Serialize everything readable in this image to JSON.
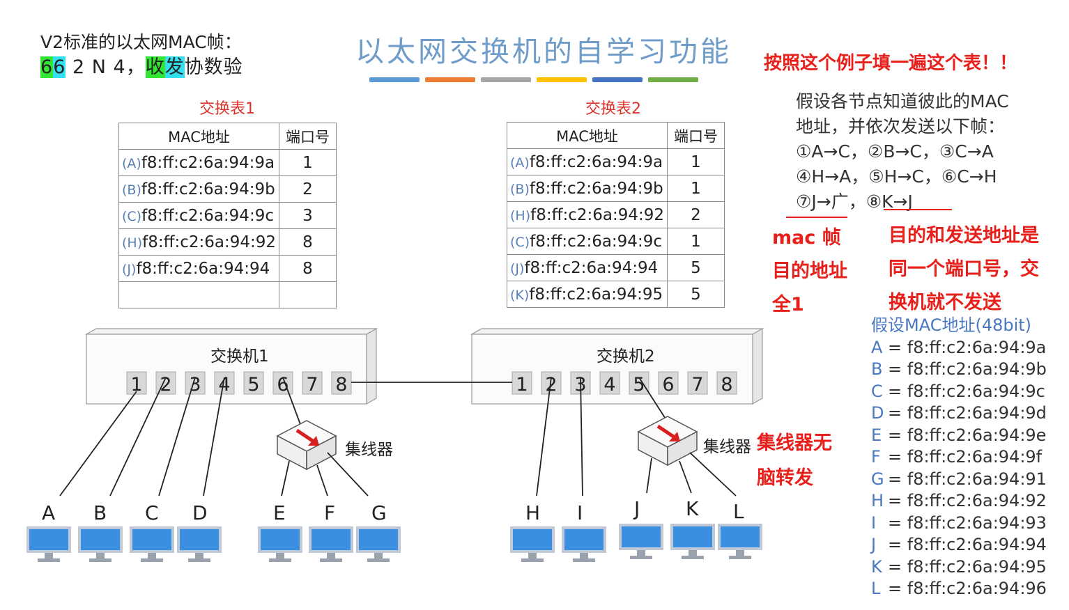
{
  "header": {
    "line1": "V2标准的以太网MAC帧：",
    "line2_parts": [
      "6",
      "6",
      "2 N 4，",
      "收",
      "发",
      "协数验"
    ]
  },
  "title": "以太网交换机的自学习功能",
  "color_bars": [
    "#5b9bd5",
    "#ed7d31",
    "#a5a5a5",
    "#ffc000",
    "#4472c4",
    "#70ad47"
  ],
  "note_top": "按照这个例子填一遍这个表！！",
  "description": {
    "lines": [
      "假设各节点知道彼此的MAC",
      "地址，并依次发送以下帧：",
      "①A→C，②B→C，③C→A",
      "④H→A，⑤H→C，⑥C→H"
    ],
    "last_a": "⑦J→广，",
    "last_b": "⑧K→J"
  },
  "note_mac": [
    "mac 帧",
    "目的地址",
    "全1"
  ],
  "note_same_port": [
    "目的和发送地址是",
    "同一个端口号，交",
    "换机就不发送"
  ],
  "note_hub": [
    "集线器无",
    "脑转发"
  ],
  "table1": {
    "title": "交换表1",
    "headers": [
      "MAC地址",
      "端口号"
    ],
    "rows": [
      {
        "tag": "(A)",
        "mac": "f8:ff:c2:6a:94:9a",
        "port": "1"
      },
      {
        "tag": "(B)",
        "mac": "f8:ff:c2:6a:94:9b",
        "port": "2"
      },
      {
        "tag": "(C)",
        "mac": "f8:ff:c2:6a:94:9c",
        "port": "3"
      },
      {
        "tag": "(H)",
        "mac": "f8:ff:c2:6a:94:92",
        "port": "8"
      },
      {
        "tag": "(J)",
        "mac": "f8:ff:c2:6a:94:94",
        "port": "8"
      },
      {
        "tag": "",
        "mac": "",
        "port": ""
      }
    ]
  },
  "table2": {
    "title": "交换表2",
    "headers": [
      "MAC地址",
      "端口号"
    ],
    "rows": [
      {
        "tag": "(A)",
        "mac": "f8:ff:c2:6a:94:9a",
        "port": "1"
      },
      {
        "tag": "(B)",
        "mac": "f8:ff:c2:6a:94:9b",
        "port": "1"
      },
      {
        "tag": "(H)",
        "mac": "f8:ff:c2:6a:94:92",
        "port": "2"
      },
      {
        "tag": "(C)",
        "mac": "f8:ff:c2:6a:94:9c",
        "port": "1"
      },
      {
        "tag": "(J)",
        "mac": "f8:ff:c2:6a:94:94",
        "port": "5"
      },
      {
        "tag": "(K)",
        "mac": "f8:ff:c2:6a:94:95",
        "port": "5"
      }
    ]
  },
  "switch1": {
    "label": "交换机1",
    "ports": [
      "1",
      "2",
      "3",
      "4",
      "5",
      "6",
      "7",
      "8"
    ]
  },
  "switch2": {
    "label": "交换机2",
    "ports": [
      "1",
      "2",
      "3",
      "4",
      "5",
      "6",
      "7",
      "8"
    ]
  },
  "hub_label": "集线器",
  "nodes": [
    "A",
    "B",
    "C",
    "D",
    "E",
    "F",
    "G",
    "H",
    "I",
    "J",
    "K",
    "L"
  ],
  "mac_list": {
    "title": "假设MAC地址(48bit)",
    "items": [
      {
        "k": "A",
        "v": "= f8:ff:c2:6a:94:9a"
      },
      {
        "k": "B",
        "v": "= f8:ff:c2:6a:94:9b"
      },
      {
        "k": "C",
        "v": "= f8:ff:c2:6a:94:9c"
      },
      {
        "k": "D",
        "v": "= f8:ff:c2:6a:94:9d"
      },
      {
        "k": "E",
        "v": "= f8:ff:c2:6a:94:9e"
      },
      {
        "k": "F",
        "v": "= f8:ff:c2:6a:94:9f"
      },
      {
        "k": "G",
        "v": "= f8:ff:c2:6a:94:91"
      },
      {
        "k": "H",
        "v": "= f8:ff:c2:6a:94:92"
      },
      {
        "k": "I",
        "v": "= f8:ff:c2:6a:94:93"
      },
      {
        "k": "J",
        "v": "= f8:ff:c2:6a:94:94"
      },
      {
        "k": "K",
        "v": "= f8:ff:c2:6a:94:95"
      },
      {
        "k": "L",
        "v": "= f8:ff:c2:6a:94:96"
      }
    ]
  }
}
